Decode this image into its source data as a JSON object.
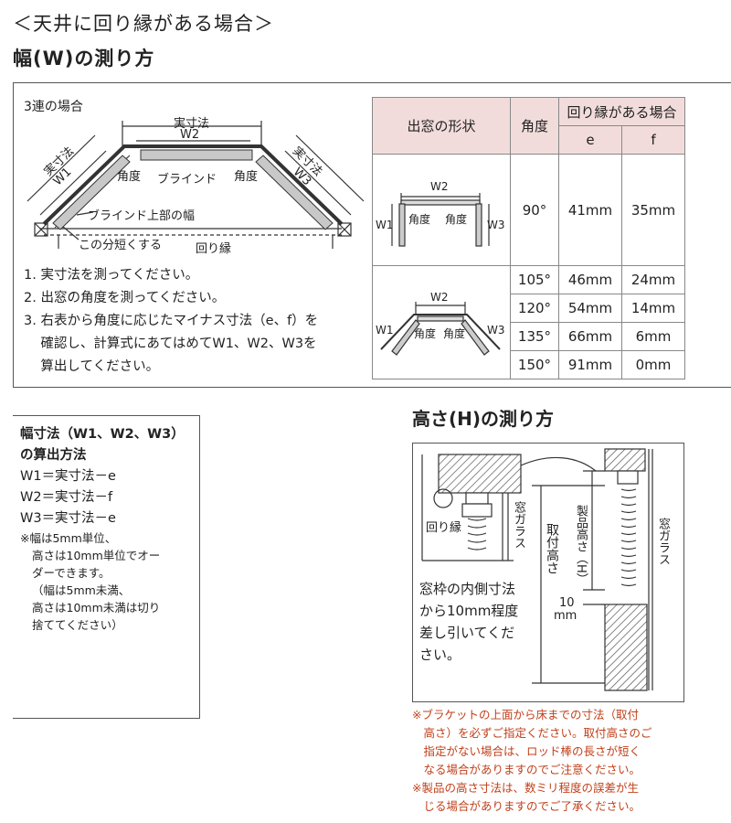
{
  "header": {
    "title": "＜天井に回り縁がある場合＞",
    "subtitle": "幅(W)の測り方"
  },
  "width_section": {
    "case_label": "3連の場合",
    "diagram": {
      "actual_top": "実寸法",
      "w2": "W2",
      "actual_left": "実寸法",
      "w1": "W1",
      "actual_right": "実寸法",
      "w3": "W3",
      "angle_left": "角度",
      "blind": "ブラインド",
      "angle_right": "角度",
      "blind_top_width": "ブラインド上部の幅",
      "shorten": "この分短くする",
      "cornice": "回り縁"
    },
    "steps": [
      "1. 実寸法を測ってください。",
      "2. 出窓の角度を測ってください。",
      "3. 右表から角度に応じたマイナス寸法（e、f）を",
      "    確認し、計算式にあてはめてW1、W2、W3を",
      "    算出してください。"
    ]
  },
  "table": {
    "col_shape": "出窓の形状",
    "col_angle": "角度",
    "col_group": "回り縁がある場合",
    "col_e": "e",
    "col_f": "f",
    "fig1": {
      "w1": "W1",
      "w2": "W2",
      "w3": "W3",
      "angle_l": "角度",
      "angle_r": "角度"
    },
    "fig2": {
      "w1": "W1",
      "w2": "W2",
      "w3": "W3",
      "angle_l": "角度",
      "angle_r": "角度"
    },
    "rows": [
      {
        "angle": "90°",
        "e": "41mm",
        "f": "35mm"
      },
      {
        "angle": "105°",
        "e": "46mm",
        "f": "24mm"
      },
      {
        "angle": "120°",
        "e": "54mm",
        "f": "14mm"
      },
      {
        "angle": "135°",
        "e": "66mm",
        "f": "6mm"
      },
      {
        "angle": "150°",
        "e": "91mm",
        "f": "0mm"
      }
    ]
  },
  "calc": {
    "title1": "幅寸法（W1、W2、W3）",
    "title2": "の算出方法",
    "f1": "W1＝実寸法－e",
    "f2": "W2＝実寸法－f",
    "f3": "W3＝実寸法－e",
    "n1": "※幅は5mm単位、",
    "n2": "高さは10mm単位でオー",
    "n3": "ダーできます。",
    "n4": "（幅は5mm未満、",
    "n5": "高さは10mm未満は切り",
    "n6": "捨ててください）"
  },
  "height_section": {
    "title": "高さ(H)の測り方",
    "cornice": "回り縁",
    "glass_left": "窓ガラス",
    "install_height": "取付高さ",
    "product_height": "製品高さ（H）",
    "ten": "10",
    "mm": "mm",
    "glass_right": "窓ガラス",
    "instruction": [
      "窓枠の内側寸法",
      "から10mm程度",
      "差し引いてくだ",
      "さい。"
    ],
    "notes": [
      "※ブラケットの上面から床までの寸法（取付",
      "　高さ）を必ずご指定ください。取付高さのご",
      "　指定がない場合は、ロッド棒の長さが短く",
      "　なる場合がありますのでご注意ください。",
      "※製品の高さ寸法は、数ミリ程度の誤差が生",
      "　じる場合がありますのでご了承ください。"
    ]
  }
}
